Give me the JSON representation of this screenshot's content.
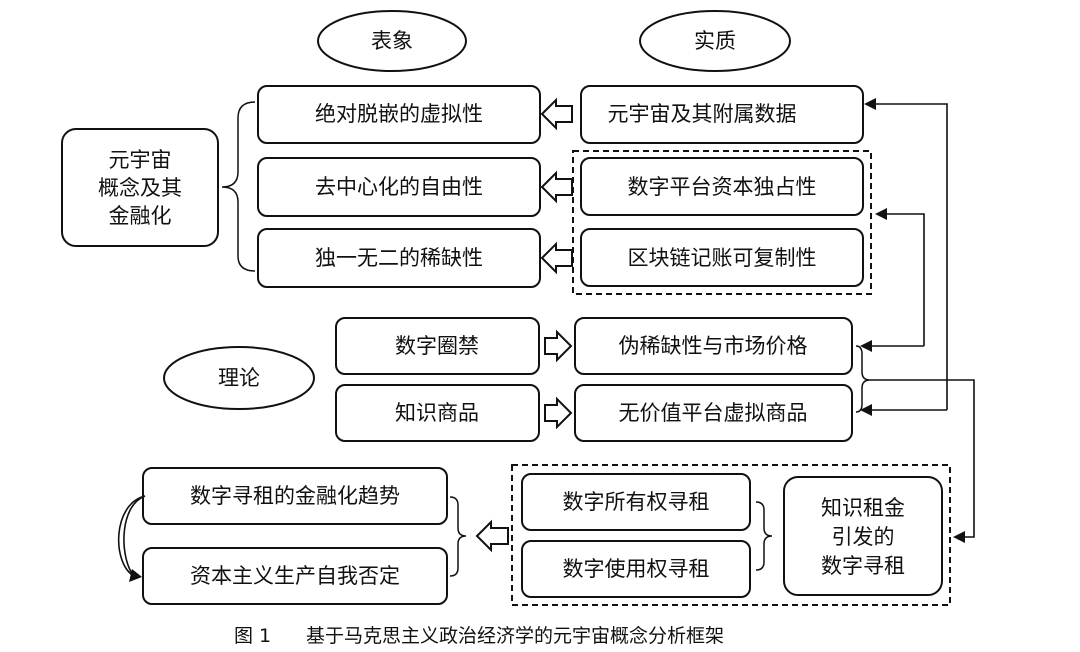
{
  "ovals": {
    "surface": "表象",
    "essence": "实质",
    "theory": "理论"
  },
  "concept": {
    "line1": "元宇宙",
    "line2": "概念及其",
    "line3": "金融化"
  },
  "surface_items": [
    "绝对脱嵌的虚拟性",
    "去中心化的自由性",
    "独一无二的稀缺性"
  ],
  "essence_items": [
    "元宇宙及其附属数据",
    "数字平台资本独占性",
    "区块链记账可复制性"
  ],
  "theory_left": [
    "数字圈禁",
    "知识商品"
  ],
  "theory_right": [
    "伪稀缺性与市场价格",
    "无价值平台虚拟商品"
  ],
  "rent_items": [
    "数字所有权寻租",
    "数字使用权寻租"
  ],
  "rent_source": {
    "line1": "知识租金",
    "line2": "引发的",
    "line3": "数字寻租"
  },
  "outcomes": [
    "数字寻租的金融化趋势",
    "资本主义生产自我否定"
  ],
  "caption": {
    "label": "图 1",
    "title": "基于马克思主义政治经济学的元宇宙概念分析框架"
  }
}
